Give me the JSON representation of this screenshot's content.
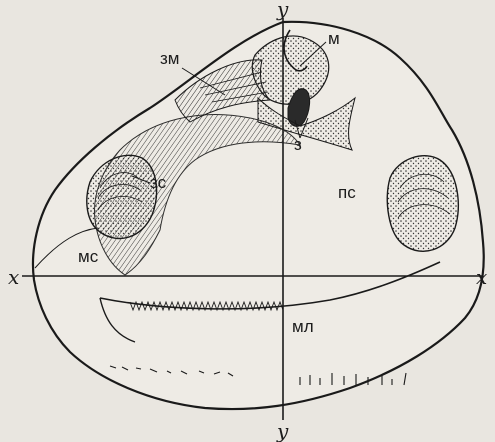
{
  "figure": {
    "axes": {
      "x_left": "x",
      "x_right": "x",
      "y_top": "y",
      "y_bottom": "y"
    },
    "labels": {
      "m": "м",
      "zm": "зм",
      "z": "з",
      "zs": "зс",
      "ps": "пс",
      "ms": "мс",
      "ml": "мл"
    }
  }
}
